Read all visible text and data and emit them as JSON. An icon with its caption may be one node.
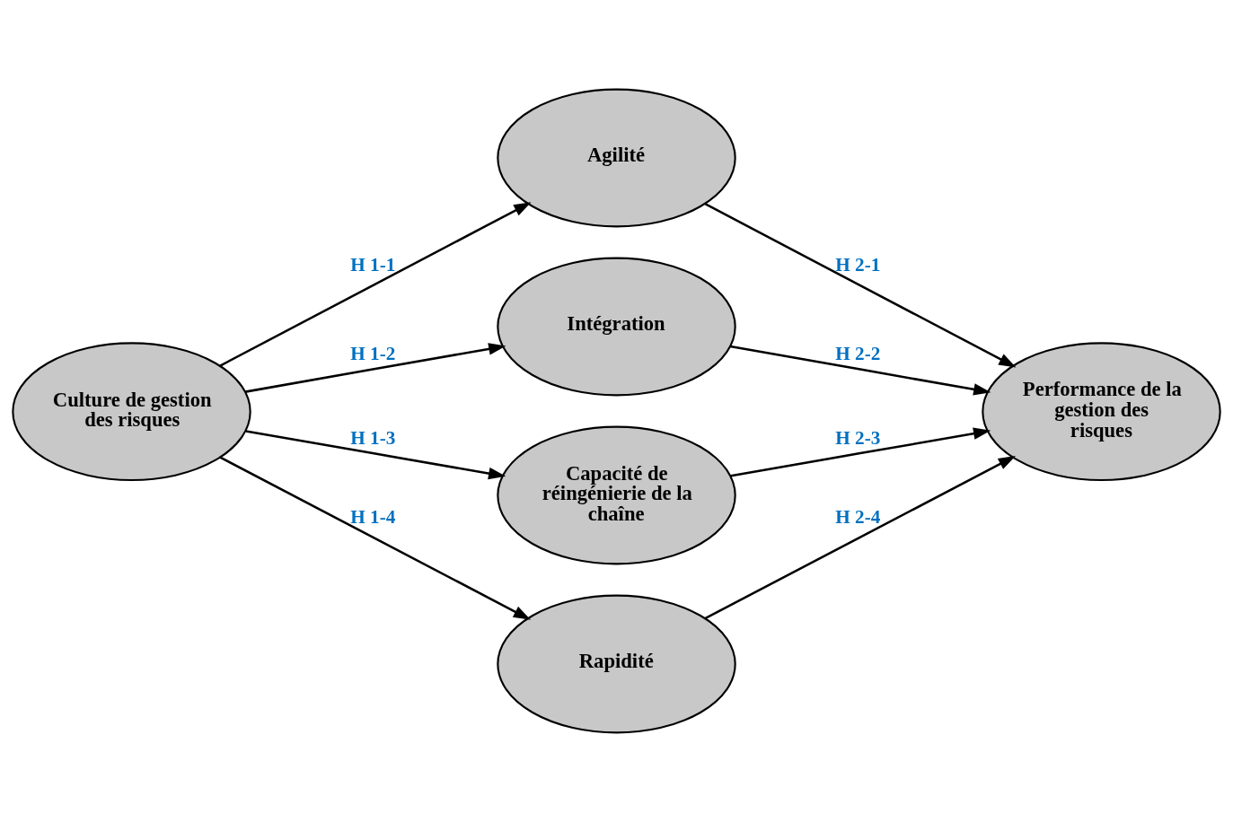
{
  "diagram": {
    "nodes": [
      {
        "text": [
          "Culture de gestion des risques"
        ]
      },
      {
        "text": [
          "Agilité"
        ]
      },
      {
        "text": [
          "Intégration"
        ]
      },
      {
        "text": [
          "Capacité de réingénierie de la chaîne"
        ]
      },
      {
        "text": [
          "Rapidité"
        ]
      },
      {
        "text": [
          "Performance de la gestion des risques"
        ]
      }
    ],
    "edges": [
      {
        "from": 0,
        "to": 1,
        "arrow": "to",
        "label": "H 1-1"
      },
      {
        "from": 0,
        "to": 2,
        "arrow": "to",
        "label": "H 1-2"
      },
      {
        "from": 0,
        "to": 3,
        "arrow": "to",
        "label": "H 1-3"
      },
      {
        "from": 0,
        "to": 4,
        "arrow": "to",
        "label": "H 1-4"
      },
      {
        "from": 1,
        "to": 5,
        "arrow": "to",
        "label": "H 2-1"
      },
      {
        "from": 2,
        "to": 5,
        "arrow": "to",
        "label": "H 2-2"
      },
      {
        "from": 3,
        "to": 5,
        "arrow": "to",
        "label": "H 2-3"
      },
      {
        "from": 4,
        "to": 5,
        "arrow": "to",
        "label": "H 2-4"
      }
    ]
  }
}
